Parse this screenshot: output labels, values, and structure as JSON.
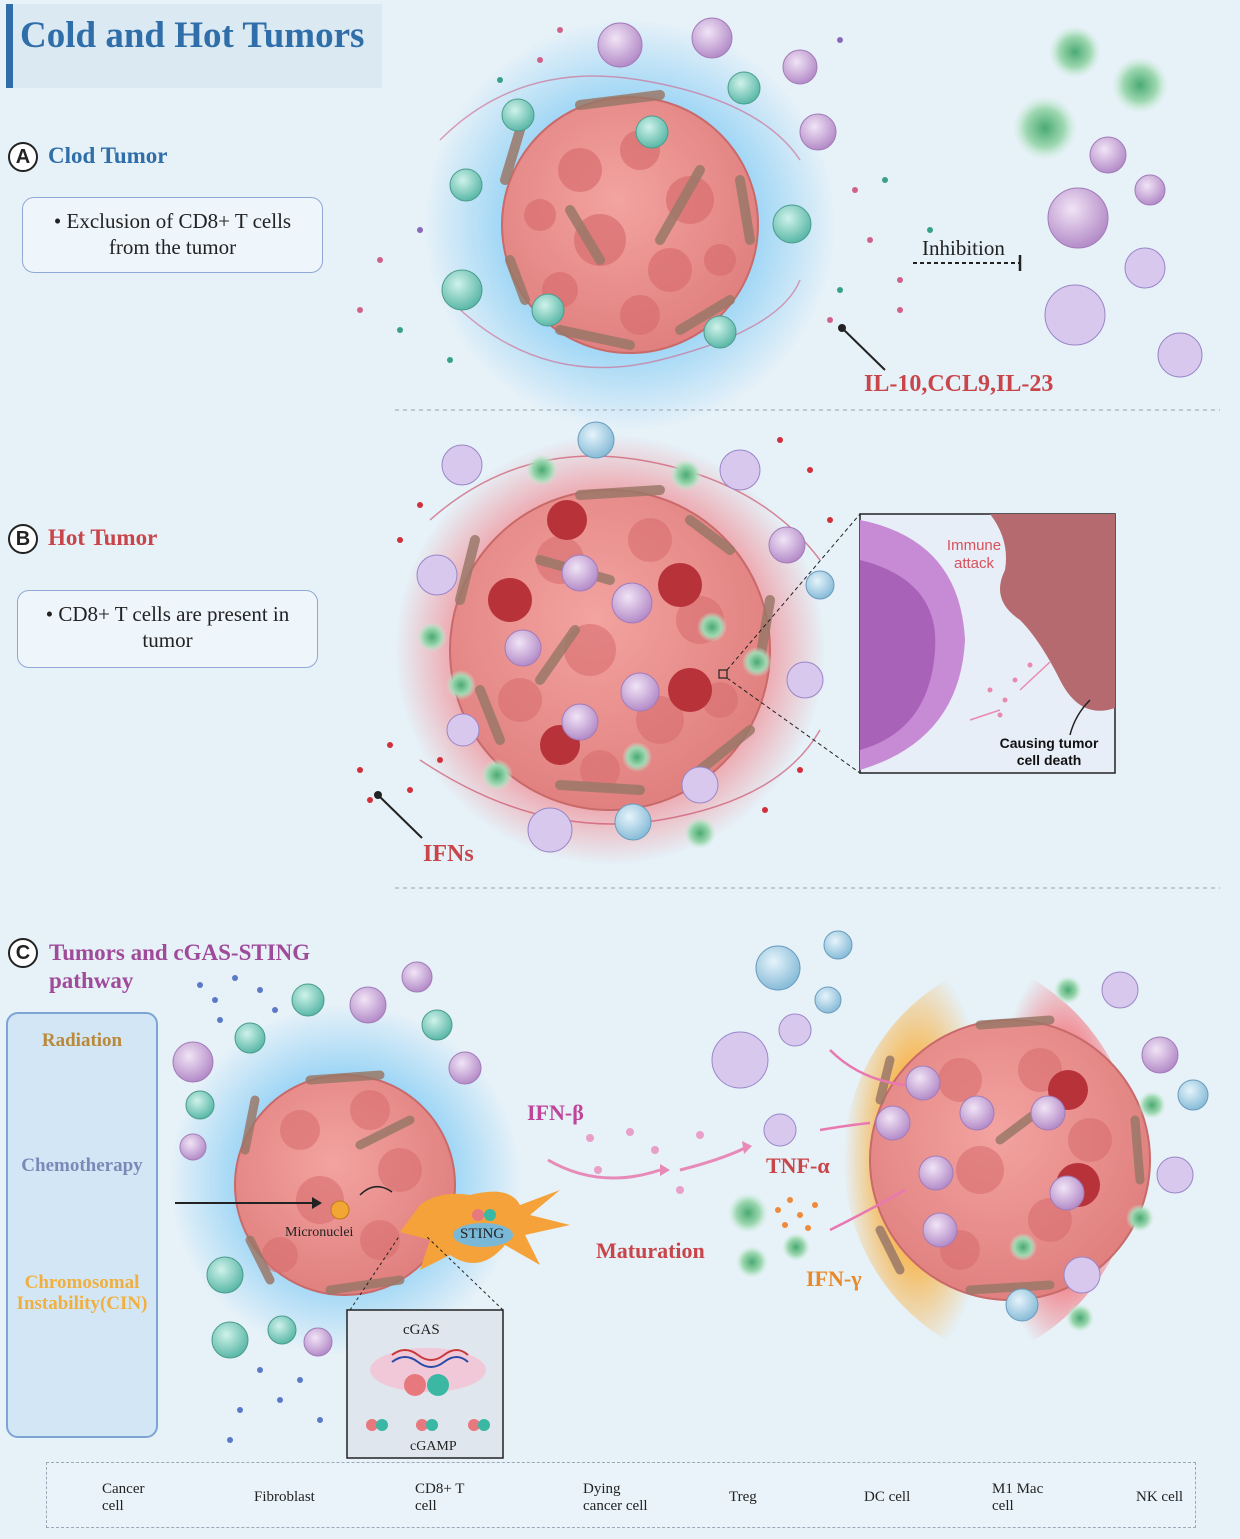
{
  "title": "Cold and Hot Tumors",
  "sectionA": {
    "letter": "A",
    "label": "Clod Tumor",
    "bullet_line1": "• Exclusion of CD8+ T cells",
    "bullet_line2": "from the tumor",
    "inhibition": "Inhibition",
    "cytokines": "IL-10,CCL9,IL-23"
  },
  "sectionB": {
    "letter": "B",
    "label": "Hot Tumor",
    "bullet_line1": "• CD8+ T cells are present in",
    "bullet_line2": "tumor",
    "inset_attack_line1": "Immune",
    "inset_attack_line2": "attack",
    "inset_death_line1": "Causing tumor",
    "inset_death_line2": "cell death",
    "ifns": "IFNs"
  },
  "sectionC": {
    "letter": "C",
    "label_line1": "Tumors and cGAS-STING",
    "label_line2": "pathway",
    "radiation": "Radiation",
    "chemotherapy": "Chemotherapy",
    "cin_line1": "Chromosomal",
    "cin_line2": "Instability(CIN)",
    "micronuclei": "Micronuclei",
    "sting": "STING",
    "cgas": "cGAS",
    "cgamp": "cGAMP",
    "ifn_beta": "IFN-β",
    "maturation": "Maturation",
    "tnf_alpha": "TNF-α",
    "ifn_gamma": "IFN-γ"
  },
  "legend": [
    {
      "line1": "Cancer",
      "line2": "cell"
    },
    {
      "line1": "Fibroblast",
      "line2": ""
    },
    {
      "line1": "CD8+ T",
      "line2": "cell"
    },
    {
      "line1": "Dying",
      "line2": "cancer cell"
    },
    {
      "line1": "Treg",
      "line2": ""
    },
    {
      "line1": "DC cell",
      "line2": ""
    },
    {
      "line1": "M1 Mac",
      "line2": "cell"
    },
    {
      "line1": "NK cell",
      "line2": ""
    }
  ],
  "colors": {
    "title_blue": "#2f6ea8",
    "label_red": "#c8454a",
    "hot_label": "#c8454a",
    "pathway_purple": "#a04a9a",
    "ifn_beta": "#c0459a",
    "ifn_gamma": "#e88a2a",
    "tnf_alpha": "#c8454a",
    "radiation": "#b88a3a",
    "chemo": "#7a8ab8",
    "cin": "#f0b040"
  }
}
